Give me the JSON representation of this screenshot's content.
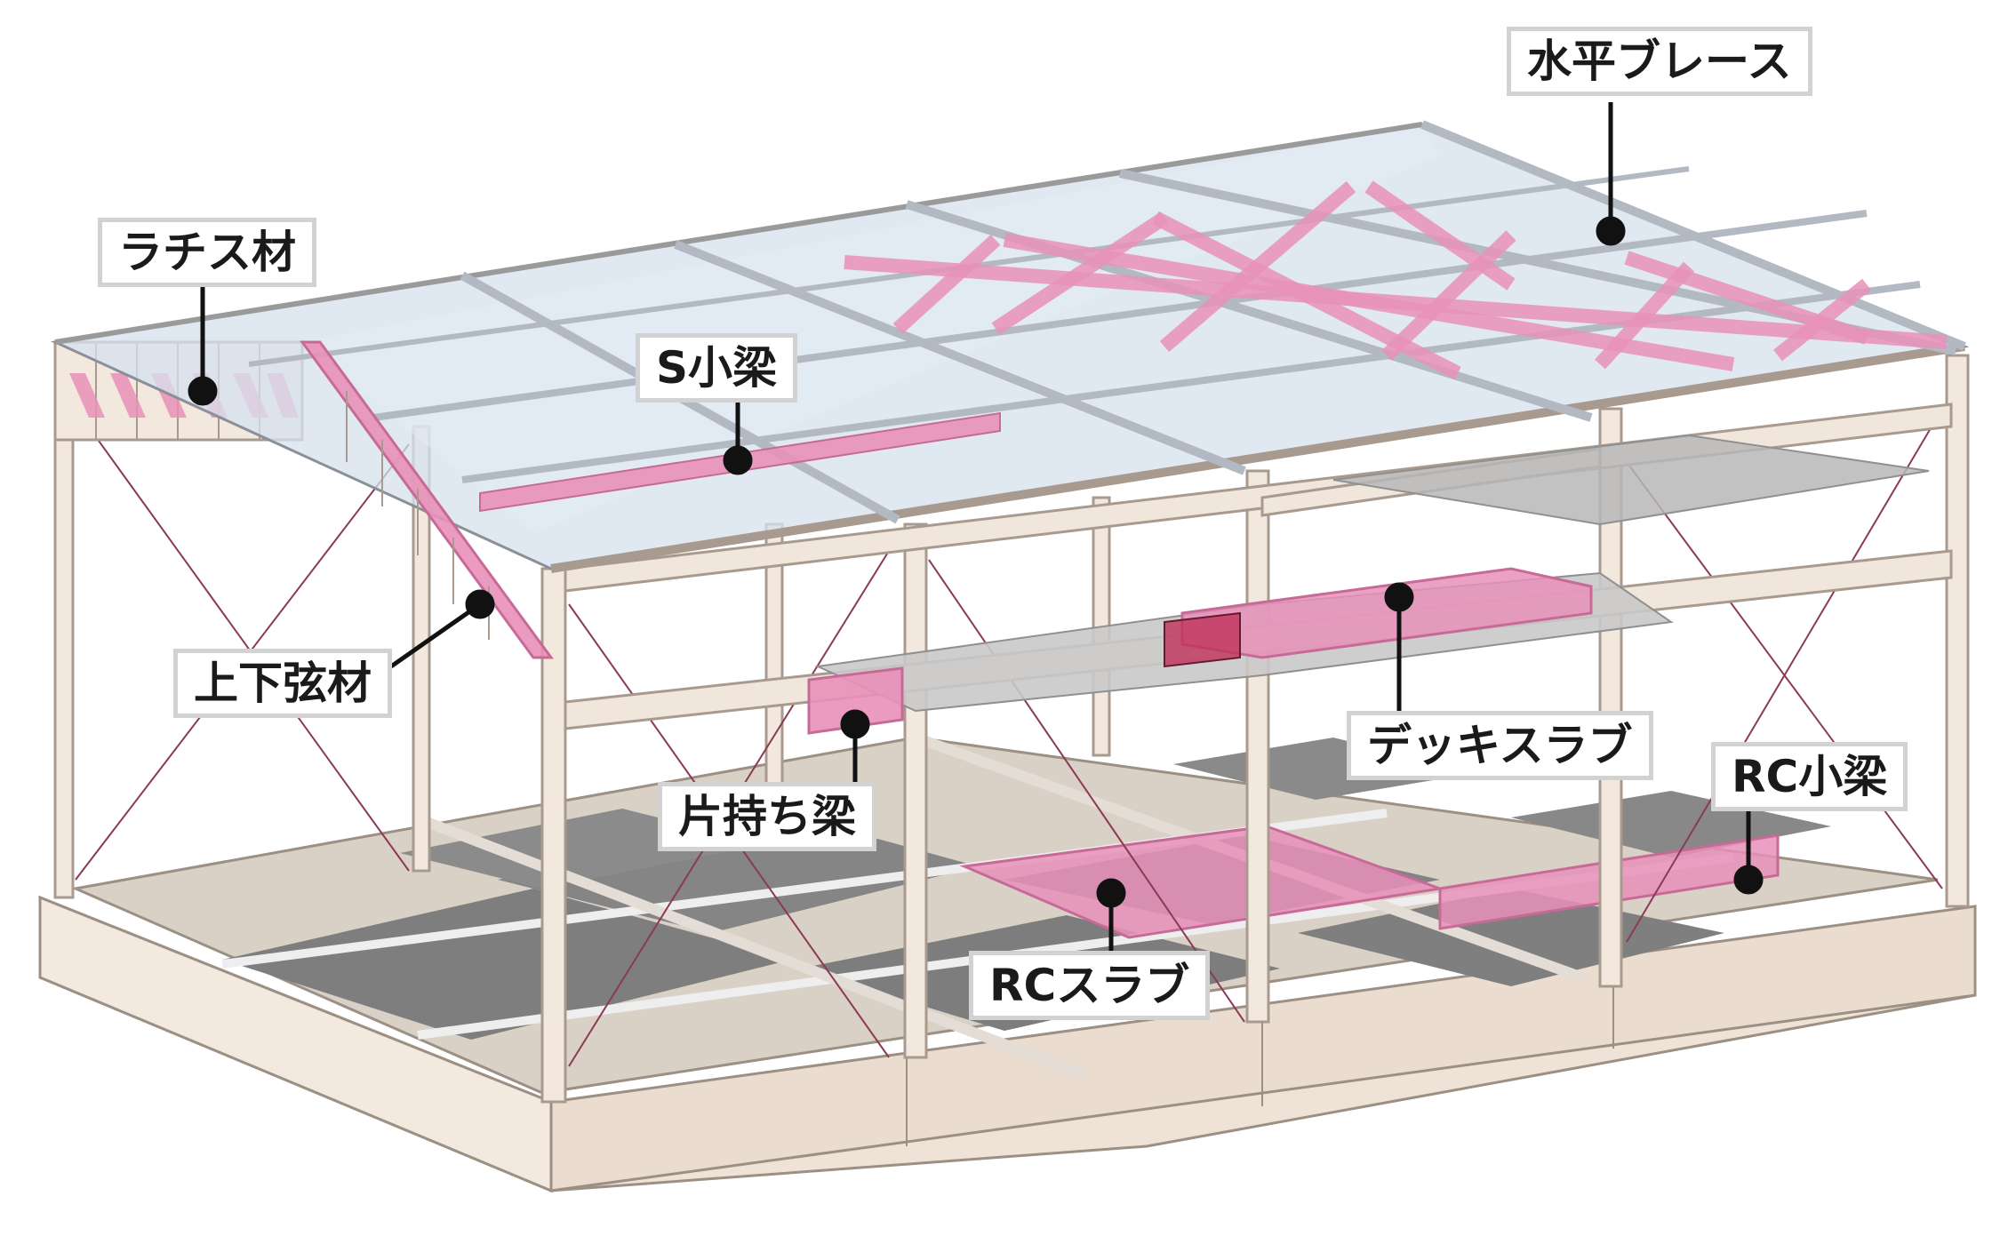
{
  "labels": {
    "horizontal_brace": "水平ブレース",
    "lattice": "ラチス材",
    "s_beam": "S小梁",
    "chord": "上下弦材",
    "cantilever": "片持ち梁",
    "deck_slab": "デッキスラブ",
    "rc_beam": "RC小梁",
    "rc_slab": "RCスラブ"
  },
  "colors": {
    "highlight": "#e890b8",
    "frame": "#f1e6dc",
    "frame_edge": "#a89a8e",
    "glass": "#d6e1ee",
    "slab_floor": "#8e8e8e",
    "callout_border": "#d2d2d2",
    "leader": "#111111"
  }
}
